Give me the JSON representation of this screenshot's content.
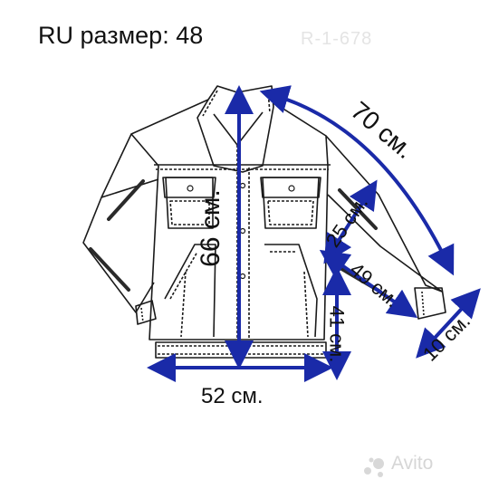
{
  "title": "RU размер: 48",
  "faint_text": "R-1-678",
  "measurements": {
    "sleeve": "70 см.",
    "length": "66 см.",
    "armhole": "25 см.",
    "sleeve_inner": "49 см.",
    "side": "41 см.",
    "cuff": "10 см.",
    "width": "52 см."
  },
  "watermark": "Avito",
  "colors": {
    "arrow": "#1a2aa8",
    "outline": "#1a1a1a",
    "stripe": "#2a2a2a"
  }
}
